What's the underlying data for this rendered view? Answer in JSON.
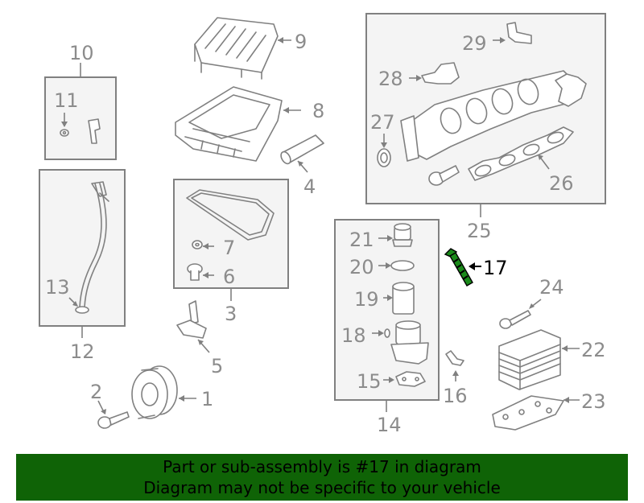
{
  "highlight_color": "#1a8a1a",
  "banner_color": "#0f6306",
  "callouts": {
    "c1": "1",
    "c2": "2",
    "c3": "3",
    "c4": "4",
    "c5": "5",
    "c6": "6",
    "c7": "7",
    "c8": "8",
    "c9": "9",
    "c10": "10",
    "c11": "11",
    "c12": "12",
    "c13": "13",
    "c14": "14",
    "c15": "15",
    "c16": "16",
    "c17": "17",
    "c18": "18",
    "c19": "19",
    "c20": "20",
    "c21": "21",
    "c22": "22",
    "c23": "23",
    "c24": "24",
    "c25": "25",
    "c26": "26",
    "c27": "27",
    "c28": "28",
    "c29": "29"
  },
  "banner": {
    "line1": "Part or sub-assembly is #17 in diagram",
    "line2": "Diagram may not be specific to your vehicle"
  }
}
